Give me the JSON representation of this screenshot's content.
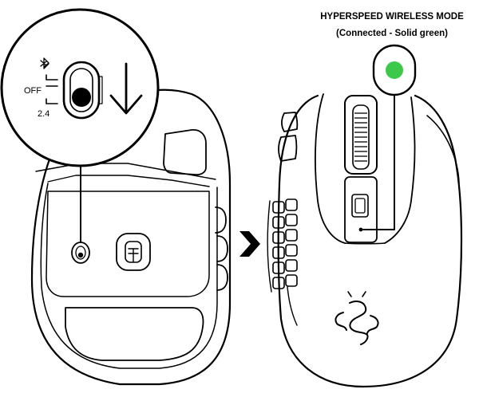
{
  "diagram": {
    "mode_title": "HYPERSPEED WIRELESS MODE",
    "mode_subtitle": "(Connected - Solid green)",
    "switch_positions": {
      "top": "bluetooth-icon",
      "middle": "OFF",
      "bottom": "2.4"
    },
    "indicator_color": "#3cc84a",
    "transition_glyph": "chevron-right-icon",
    "logo": "razer-snake-logo"
  }
}
